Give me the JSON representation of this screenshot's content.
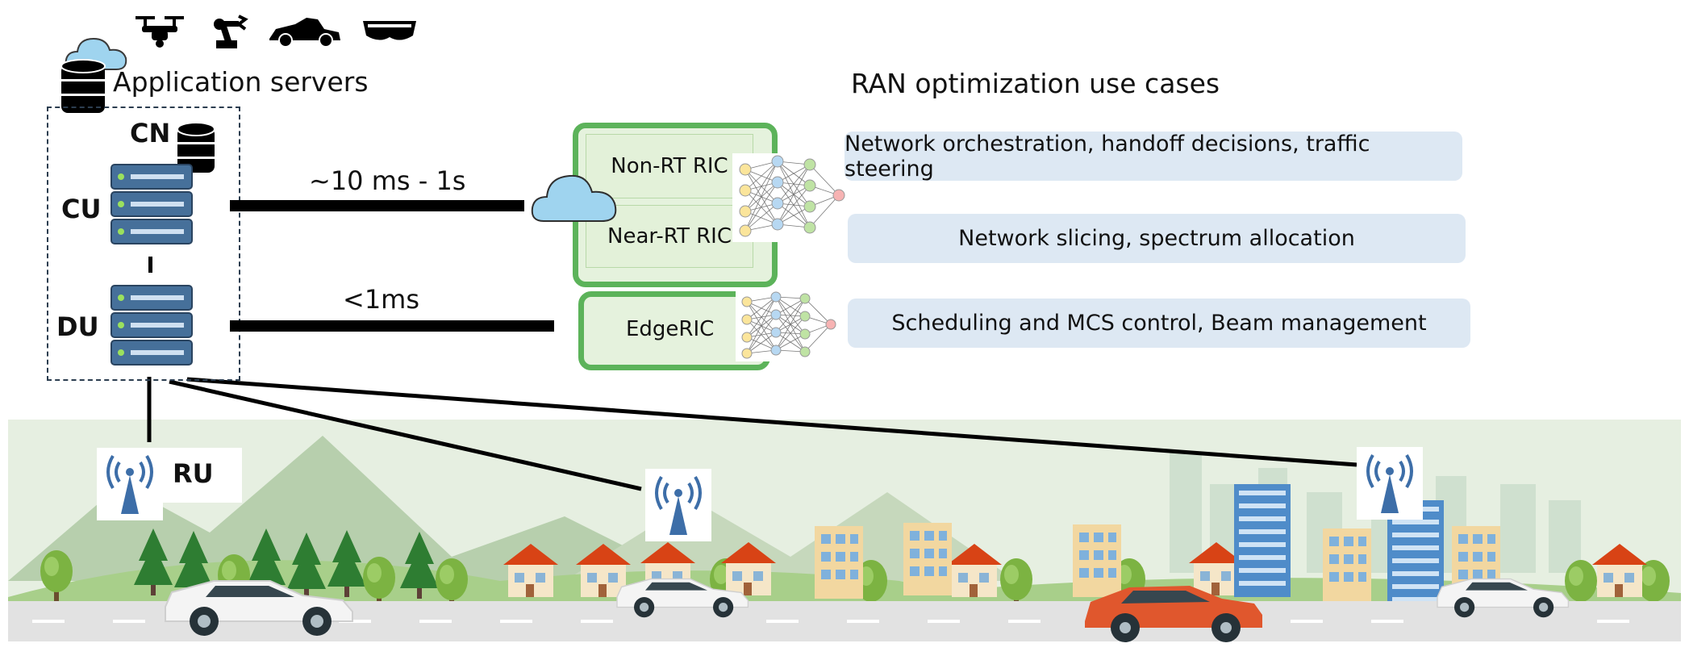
{
  "top_icons": [
    "drone-icon",
    "robot-arm-icon",
    "car-icon",
    "vr-headset-icon"
  ],
  "labels": {
    "app_servers": "Application servers",
    "cn": "CN",
    "cu": "CU",
    "du": "DU",
    "ru": "RU",
    "ran_title": "RAN optimization use cases",
    "latency_slow": "~10 ms - 1s",
    "latency_fast": "<1ms"
  },
  "ric": {
    "non_rt": "Non-RT RIC",
    "near_rt": "Near-RT RIC",
    "edge": "EdgeRIC"
  },
  "use_cases": [
    "Network orchestration, handoff decisions, traffic steering",
    "Network slicing,  spectrum allocation",
    "Scheduling and MCS control, Beam management"
  ],
  "colors": {
    "ric_border": "#5cb35a",
    "ric_fill": "#e5f2dd",
    "use_case_fill": "#dde8f3",
    "server_blue": "#46709a",
    "antenna_blue": "#3d6ea8",
    "cloud_blue": "#9fd4ef"
  }
}
